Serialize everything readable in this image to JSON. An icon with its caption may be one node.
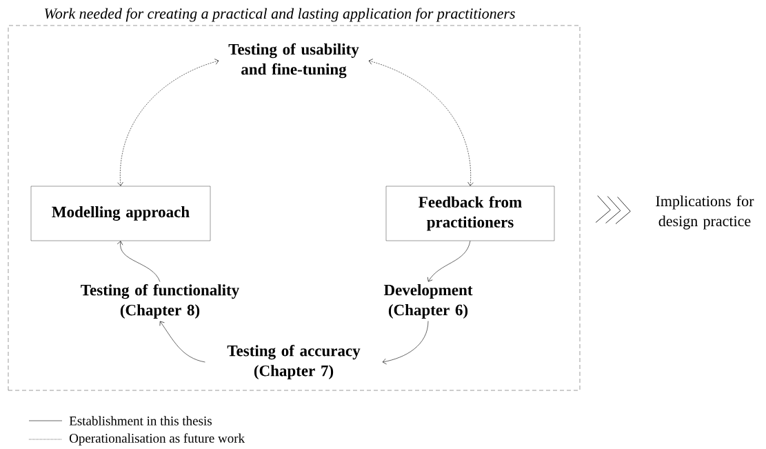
{
  "diagram": {
    "nodes": [
      {
        "text": [
          "Work needed for creating a practical and lasting application for practitioners"
        ]
      },
      {
        "text": [
          "Testing of usability and fine-tuning"
        ],
        "in": 0
      },
      {
        "text": [
          "Modelling approach"
        ],
        "in": 0
      },
      {
        "text": [
          "Feedback from practitioners"
        ],
        "in": 0
      },
      {
        "text": [
          "Development (Chapter 6)"
        ],
        "in": 0
      },
      {
        "text": [
          "Testing of accuracy (Chapter 7)"
        ],
        "in": 0
      },
      {
        "text": [
          "Testing of functionality (Chapter 8)"
        ],
        "in": 0
      },
      {
        "text": [
          "Implications for design practice"
        ]
      }
    ],
    "edges": [
      {
        "from": 1,
        "to": 2,
        "arrow": "both",
        "style": "dashed"
      },
      {
        "from": 1,
        "to": 3,
        "arrow": "both",
        "style": "dashed"
      },
      {
        "from": 3,
        "to": 4,
        "arrow": "to"
      },
      {
        "from": 4,
        "to": 5,
        "arrow": "to"
      },
      {
        "from": 5,
        "to": 6,
        "arrow": "to"
      },
      {
        "from": 6,
        "to": 2,
        "arrow": "to"
      },
      {
        "from": 0,
        "to": 7,
        "arrow": "to"
      }
    ],
    "legend": [
      {
        "text": "Establishment in this thesis"
      },
      {
        "text": "Operationalisation as future work"
      }
    ]
  }
}
